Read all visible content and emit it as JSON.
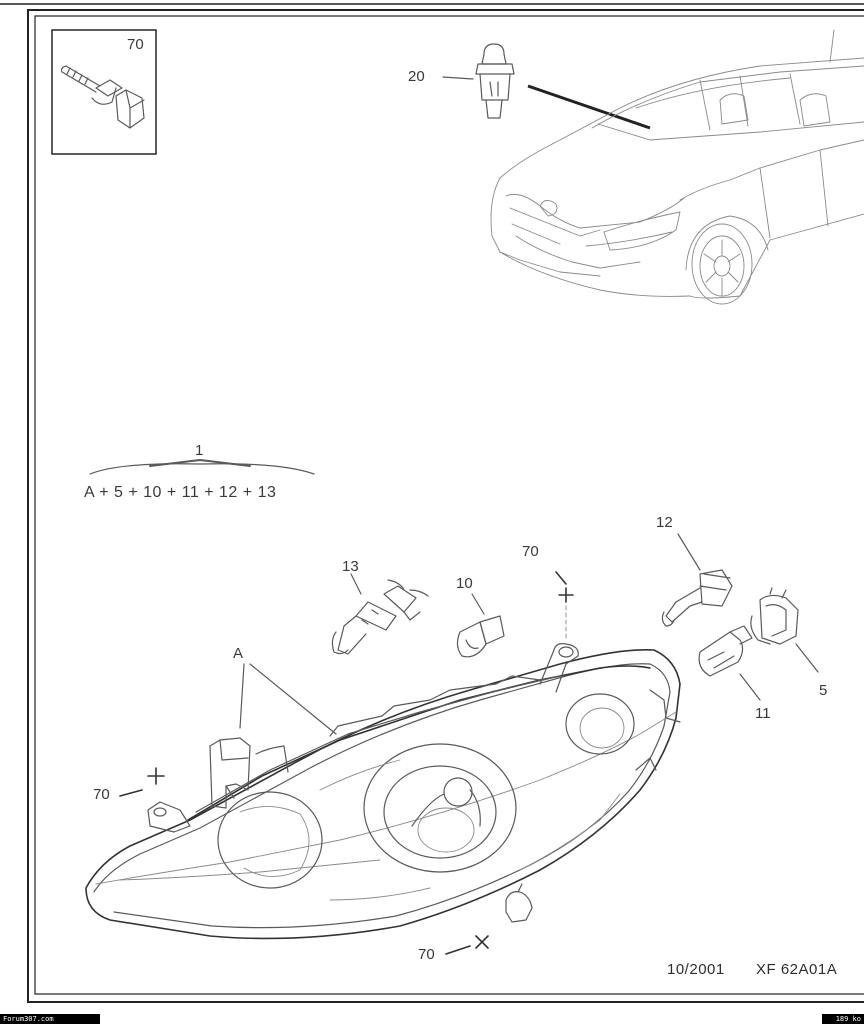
{
  "callouts": {
    "inset_screw": "70",
    "bulb_20": "20",
    "assembly": "1",
    "formula": "A + 5 + 10 + 11 + 12 + 13",
    "bulb_13": "13",
    "bulb_10": "10",
    "screw_top": "70",
    "bulb_12": "12",
    "holder_5": "5",
    "bulb_11": "11",
    "group_a": "A",
    "screw_left": "70",
    "screw_bottom": "70"
  },
  "footer": {
    "date": "10/2001",
    "reference": "XF 62A01A"
  },
  "watermark": {
    "site": "Forum307.com",
    "size": "189 ko"
  }
}
